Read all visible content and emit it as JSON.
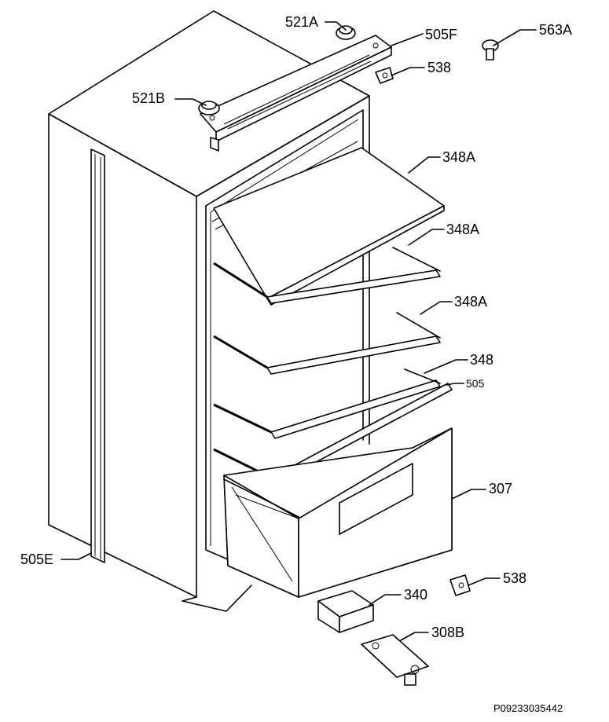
{
  "callouts": [
    {
      "id": "c_521a",
      "text": "521A"
    },
    {
      "id": "c_505f",
      "text": "505F"
    },
    {
      "id": "c_563a",
      "text": "563A"
    },
    {
      "id": "c_538_top",
      "text": "538"
    },
    {
      "id": "c_521b",
      "text": "521B"
    },
    {
      "id": "c_348a_1",
      "text": "348A"
    },
    {
      "id": "c_348a_2",
      "text": "348A"
    },
    {
      "id": "c_348a_3",
      "text": "348A"
    },
    {
      "id": "c_348",
      "text": "348"
    },
    {
      "id": "c_505",
      "text": "505"
    },
    {
      "id": "c_307",
      "text": "307"
    },
    {
      "id": "c_505e",
      "text": "505E"
    },
    {
      "id": "c_538_bottom",
      "text": "538"
    },
    {
      "id": "c_340",
      "text": "340"
    },
    {
      "id": "c_308b",
      "text": "308B"
    }
  ],
  "reference_code": "P09233035442"
}
